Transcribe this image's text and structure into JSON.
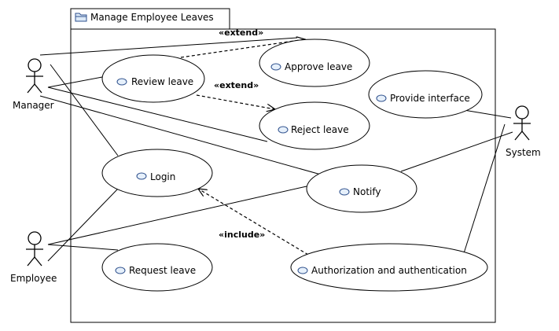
{
  "package": {
    "title": "Manage Employee Leaves",
    "icon": "folder-icon"
  },
  "actors": {
    "manager": "Manager",
    "employee": "Employee",
    "system": "System"
  },
  "use_cases": {
    "review_leave": "Review leave",
    "approve_leave": "Approve leave",
    "reject_leave": "Reject leave",
    "provide_interface": "Provide interface",
    "login": "Login",
    "notify": "Notify",
    "request_leave": "Request leave",
    "auth": "Authorization and authentication"
  },
  "relationships": {
    "extend_approve": "«extend»",
    "extend_reject": "«extend»",
    "include_auth": "«include»"
  },
  "colors": {
    "line": "#000000",
    "use_case_icon_fill": "#e6f0fb",
    "use_case_icon_stroke": "#2d4f8c"
  }
}
